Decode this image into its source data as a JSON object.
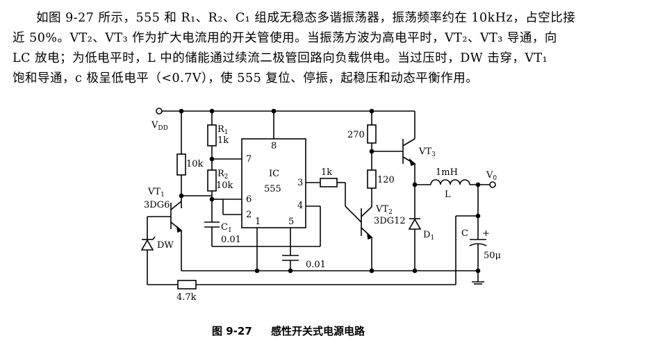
{
  "paragraph": {
    "line1": "如图 9-27 所示，555 和 R₁、R₂、C₁ 组成无稳态多谐振荡器，振荡频率约在 10kHz，占空比接",
    "line2": "近 50%。VT₂、VT₃ 作为扩大电流用的开关管使用。当振荡方波为高电平时，VT₂、VT₃ 导通，向",
    "line3": "LC 放电；为低电平时，L 中的储能通过续流二极管回路向负载供电。当过压时，DW 击穿，VT₁",
    "line4": "饱和导通，c 极呈低电平（<0.7V），使 555 复位、停振，起稳压和动态平衡作用。"
  },
  "caption": {
    "figure_number": "图 9-27",
    "title": "感性开关式电源电路"
  },
  "diagram": {
    "vdd": "V",
    "vdd_sub": "DD",
    "r1_name": "R",
    "r1_sub": "1",
    "r1_value": "1k",
    "r2_name": "R",
    "r2_sub": "2",
    "r2_value": "10k",
    "c1_name": "C",
    "c1_sub": "1",
    "c1_value": "0.01",
    "r_base_vt1": "10k",
    "vt1_name": "VT",
    "vt1_sub": "1",
    "vt1_type": "3DG6",
    "dw": "DW",
    "r_feedback": "4.7k",
    "ic_name": "IC",
    "ic_type": "555",
    "pin8": "8",
    "pin7": "7",
    "pin6": "6",
    "pin2": "2",
    "pin1": "1",
    "pin5": "5",
    "pin4": "4",
    "pin3": "3",
    "c_pin5": "0.01",
    "r_out": "1k",
    "r270": "270",
    "r120": "120",
    "vt2_name": "VT",
    "vt2_sub": "2",
    "vt2_type": "3DG12",
    "vt3_name": "VT",
    "vt3_sub": "3",
    "d1_name": "D",
    "d1_sub": "1",
    "l_value": "1mH",
    "l_name": "L",
    "vo": "V",
    "vo_sub": "0",
    "c_name": "C",
    "c_value": "50μ"
  }
}
